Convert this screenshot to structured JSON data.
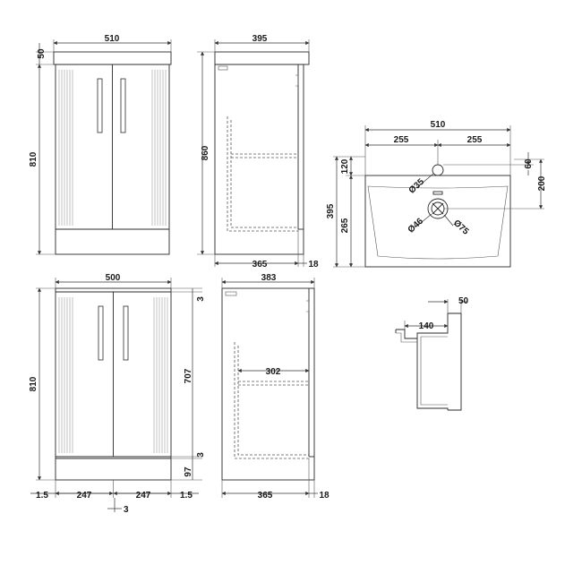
{
  "cabinet_front_top": {
    "width": "510",
    "top_height": "50",
    "height": "810"
  },
  "cabinet_side_top": {
    "depth": "395",
    "height": "860",
    "body_depth": "365",
    "door_thickness": "18"
  },
  "basin_top": {
    "width": "510",
    "half_left": "255",
    "half_right": "255",
    "depth": "395",
    "tap_offset": "120",
    "bowl_depth": "265",
    "tap_dia": "Ø35",
    "waste_dia": "Ø46",
    "bowl_dia": "Ø75",
    "tap_spacing": "60",
    "waste_offset": "200"
  },
  "cabinet_front_bottom": {
    "width": "500",
    "height": "810",
    "gap_top": "3",
    "door_height": "707",
    "gap_bottom": "3",
    "plinth_height": "97",
    "edge_left": "1.5",
    "door_left": "247",
    "door_right": "247",
    "edge_right": "1.5",
    "center_gap": "3"
  },
  "cabinet_side_bottom": {
    "depth": "383",
    "shelf_depth": "302",
    "body_depth": "365",
    "door_thickness": "18"
  },
  "basin_profile": {
    "overhang": "50",
    "lip_depth": "140"
  }
}
